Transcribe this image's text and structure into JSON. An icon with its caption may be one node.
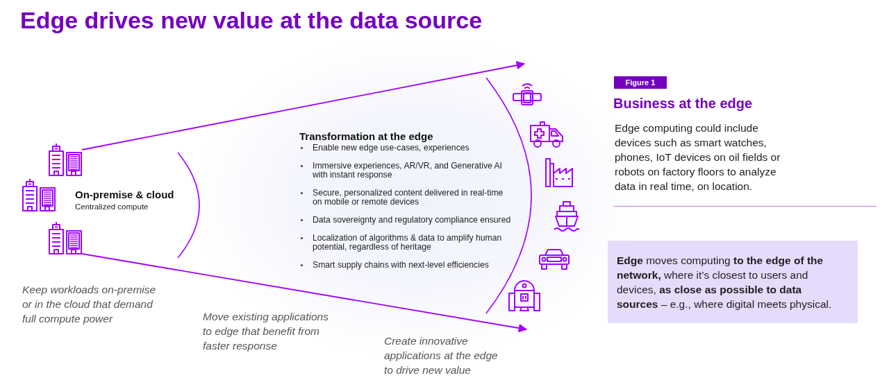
{
  "diagram": {
    "title": "Edge drives new value at the data source",
    "nodes": [
      {
        "text": [],
        "shape": "picture"
      },
      {
        "text": [],
        "shape": "picture",
        "beside": [
          "On-premise & cloud",
          "Centralized compute"
        ]
      },
      {
        "text": [],
        "shape": "picture"
      },
      {
        "text": [
          "Figure 1"
        ]
      },
      {
        "text": [
          "**Edge** moves computing **to the edge of the network,** where it’s closest to users and devices, **as close as possible to data sources** – e.g., where digital meets physical."
        ]
      }
    ],
    "edges": [
      {
        "from": 0,
        "to": null,
        "arrow": "to"
      },
      {
        "from": 2,
        "to": null,
        "arrow": "to"
      }
    ],
    "labels": [
      "Transformation at the edge",
      "Enable new edge use-cases, experiences",
      "Immersive experiences, AR/VR, and Generative AI with instant response",
      "Secure, personalized content delivered in real-time on mobile or remote devices",
      "Data sovereignty and regulatory compliance ensured",
      "Localization of algorithms & data to amplify human potential, regardless of heritage",
      "Smart supply chains with next-level efficiencies",
      "Business at the edge",
      "Edge computing could include devices such as smart watches, phones, IoT devices on oil fields or robots on factory floors to analyze data in real time, on location.",
      "Keep workloads on-premise or in the cloud that demand full compute power",
      "Move existing applications to edge that benefit from faster response",
      "Create innovative applications at the edge to drive new value"
    ]
  }
}
